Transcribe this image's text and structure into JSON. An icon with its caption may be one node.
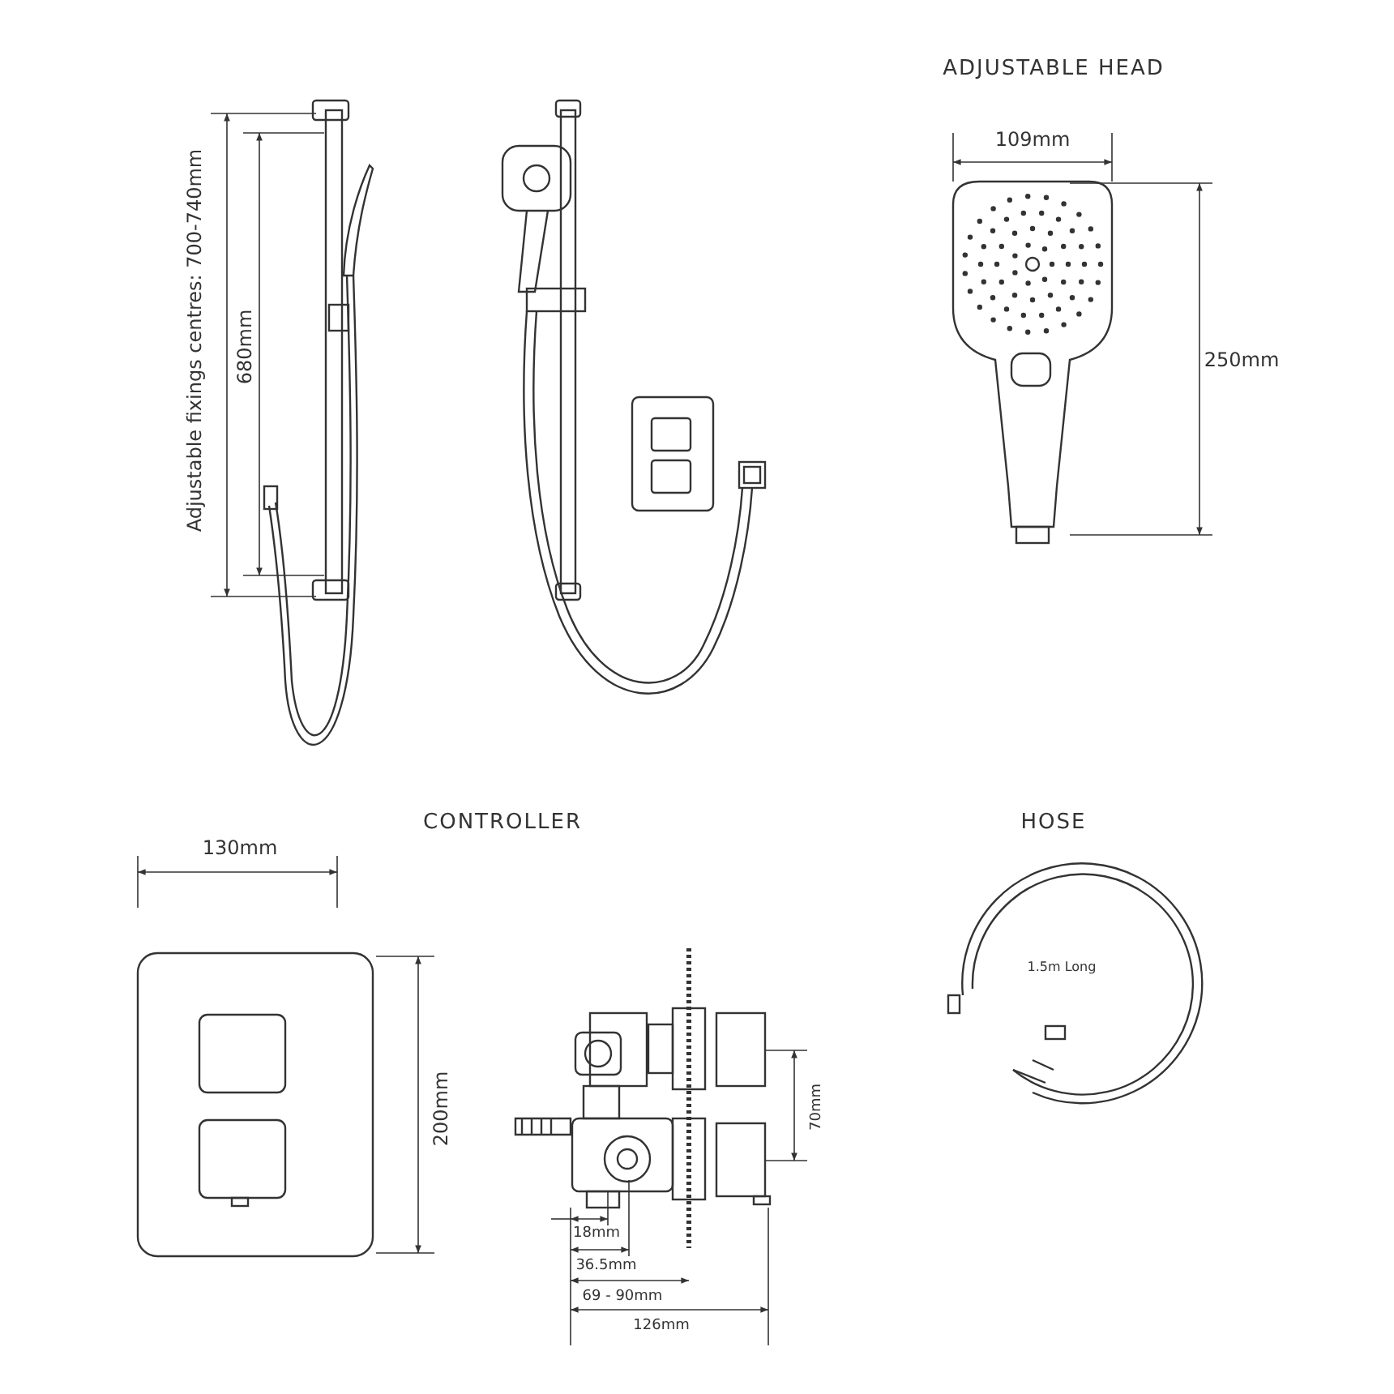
{
  "diagram": {
    "labels": [
      "ADJUSTABLE HEAD",
      "109mm",
      "Adjustable fixings centres: 700-740mm",
      "680mm",
      "250mm",
      "CONTROLLER",
      "HOSE",
      "130mm",
      "1.5m Long",
      "200mm",
      "70mm",
      "18mm",
      "36.5mm",
      "69 - 90mm",
      "126mm"
    ]
  }
}
